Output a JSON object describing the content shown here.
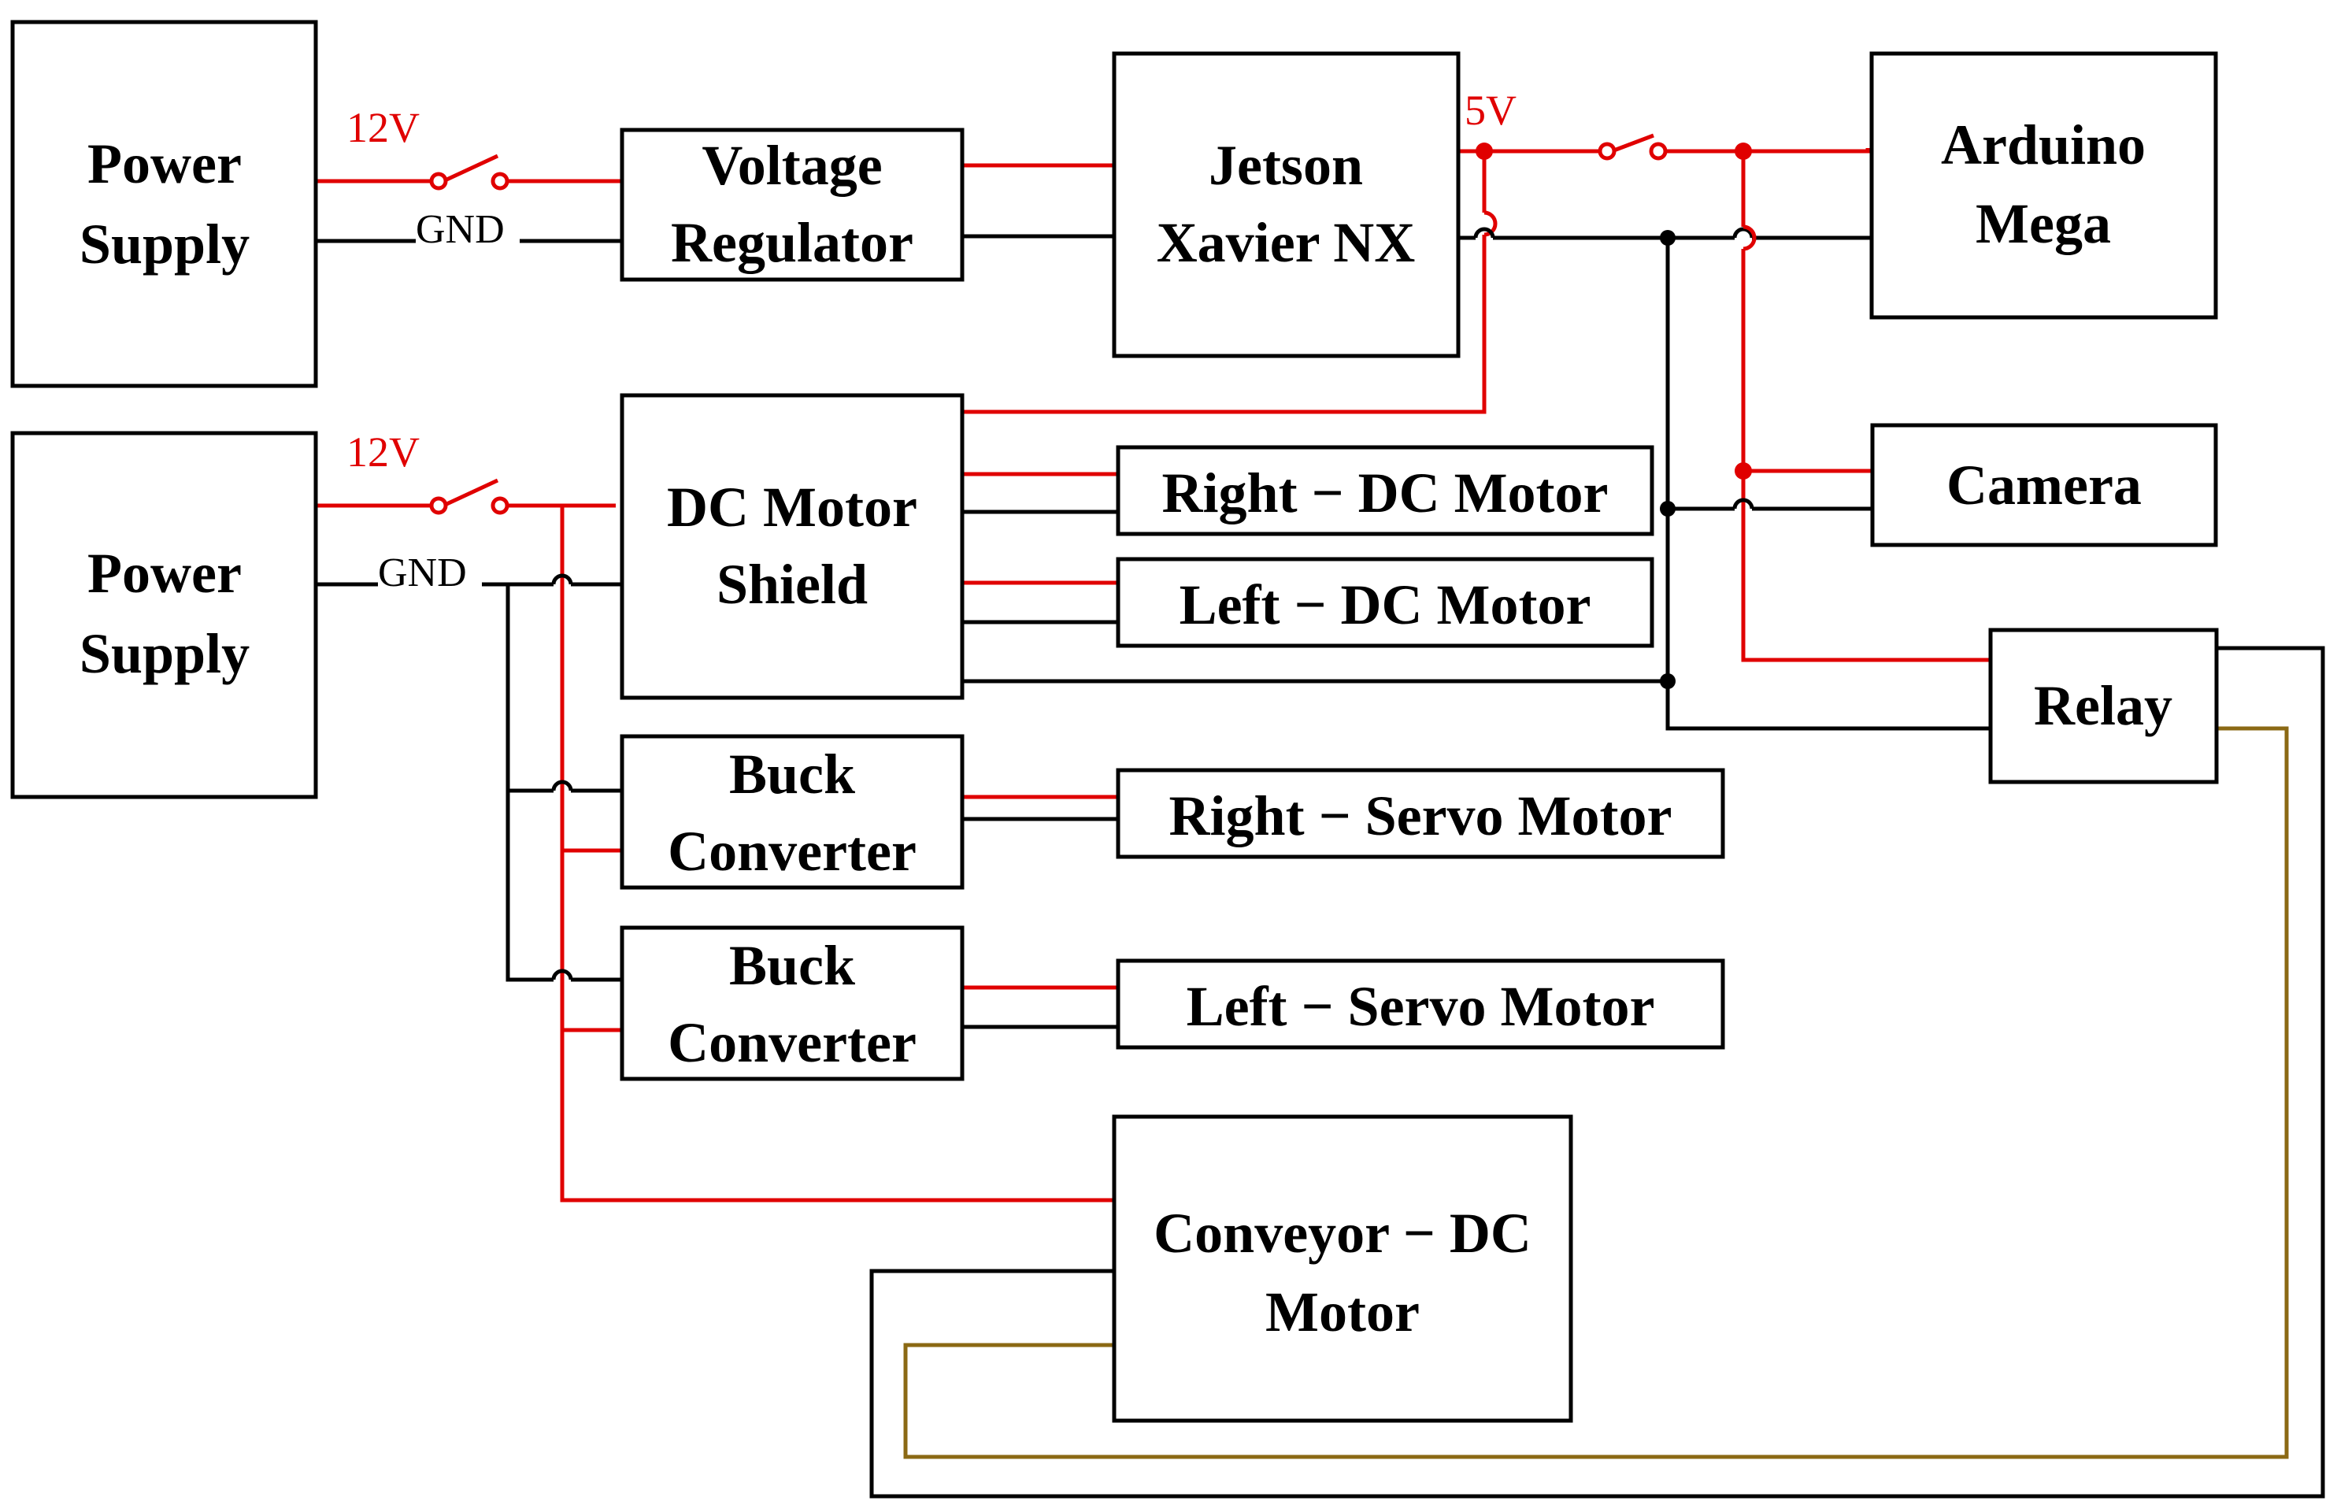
{
  "blocks": {
    "ps1": [
      "Power",
      "Supply"
    ],
    "ps2": [
      "Power",
      "Supply"
    ],
    "vreg": [
      "Voltage",
      "Regulator"
    ],
    "jetson": [
      "Jetson",
      "Xavier NX"
    ],
    "arduino": [
      "Arduino",
      "Mega"
    ],
    "camera": [
      "Camera"
    ],
    "relay": [
      "Relay"
    ],
    "dcshield": [
      "DC Motor",
      "Shield"
    ],
    "right_dc": [
      "Right − DC Motor"
    ],
    "left_dc": [
      "Left − DC Motor"
    ],
    "buck1": [
      "Buck",
      "Converter"
    ],
    "buck2": [
      "Buck",
      "Converter"
    ],
    "right_servo": [
      "Right − Servo Motor"
    ],
    "left_servo": [
      "Left − Servo Motor"
    ],
    "conveyor": [
      "Conveyor − DC",
      "Motor"
    ]
  },
  "wire_labels": {
    "v12_top": "12V",
    "gnd_top": "GND",
    "v12_bottom": "12V",
    "gnd_bottom": "GND",
    "v5": "5V"
  },
  "colors": {
    "power_wire": "#e00000",
    "ground_wire": "#000000",
    "relay_wire": "#8b6914"
  }
}
